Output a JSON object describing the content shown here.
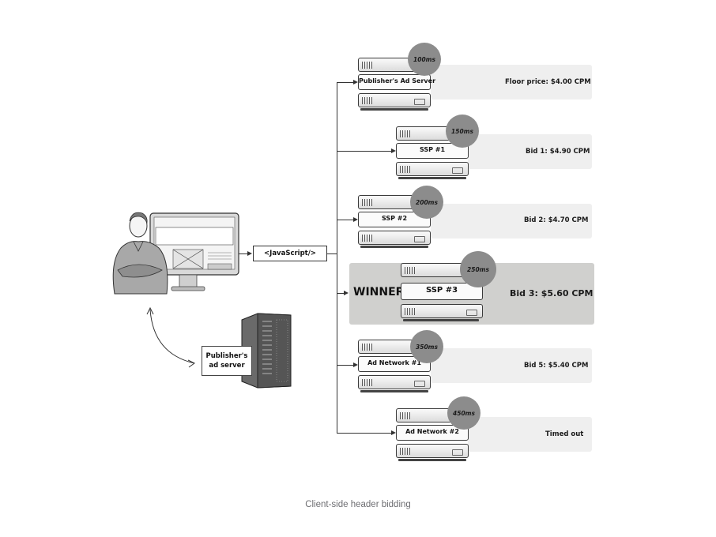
{
  "diagram": {
    "caption": "Client-side header bidding",
    "javascript_label": "<JavaScript/>",
    "publisher_box_label": "Publisher's ad server",
    "winner_label": "WINNER",
    "colors": {
      "panel": "#efefef",
      "winner_panel": "#d0d0ce",
      "latency_badge": "#8c8c8c",
      "caption_text": "#6e6e72",
      "line": "#333333"
    },
    "bidders": [
      {
        "name": "Publisher's Ad Server",
        "latency": "100ms",
        "result": "Floor price: $4.00 CPM",
        "winner": false
      },
      {
        "name": "SSP #1",
        "latency": "150ms",
        "result": "Bid 1: $4.90 CPM",
        "winner": false
      },
      {
        "name": "SSP #2",
        "latency": "200ms",
        "result": "Bid 2: $4.70 CPM",
        "winner": false
      },
      {
        "name": "SSP #3",
        "latency": "250ms",
        "result": "Bid 3: $5.60 CPM",
        "winner": true
      },
      {
        "name": "Ad Network #1",
        "latency": "350ms",
        "result": "Bid 5: $5.40 CPM",
        "winner": false
      },
      {
        "name": "Ad Network #2",
        "latency": "450ms",
        "result": "Timed out",
        "winner": false
      }
    ]
  }
}
